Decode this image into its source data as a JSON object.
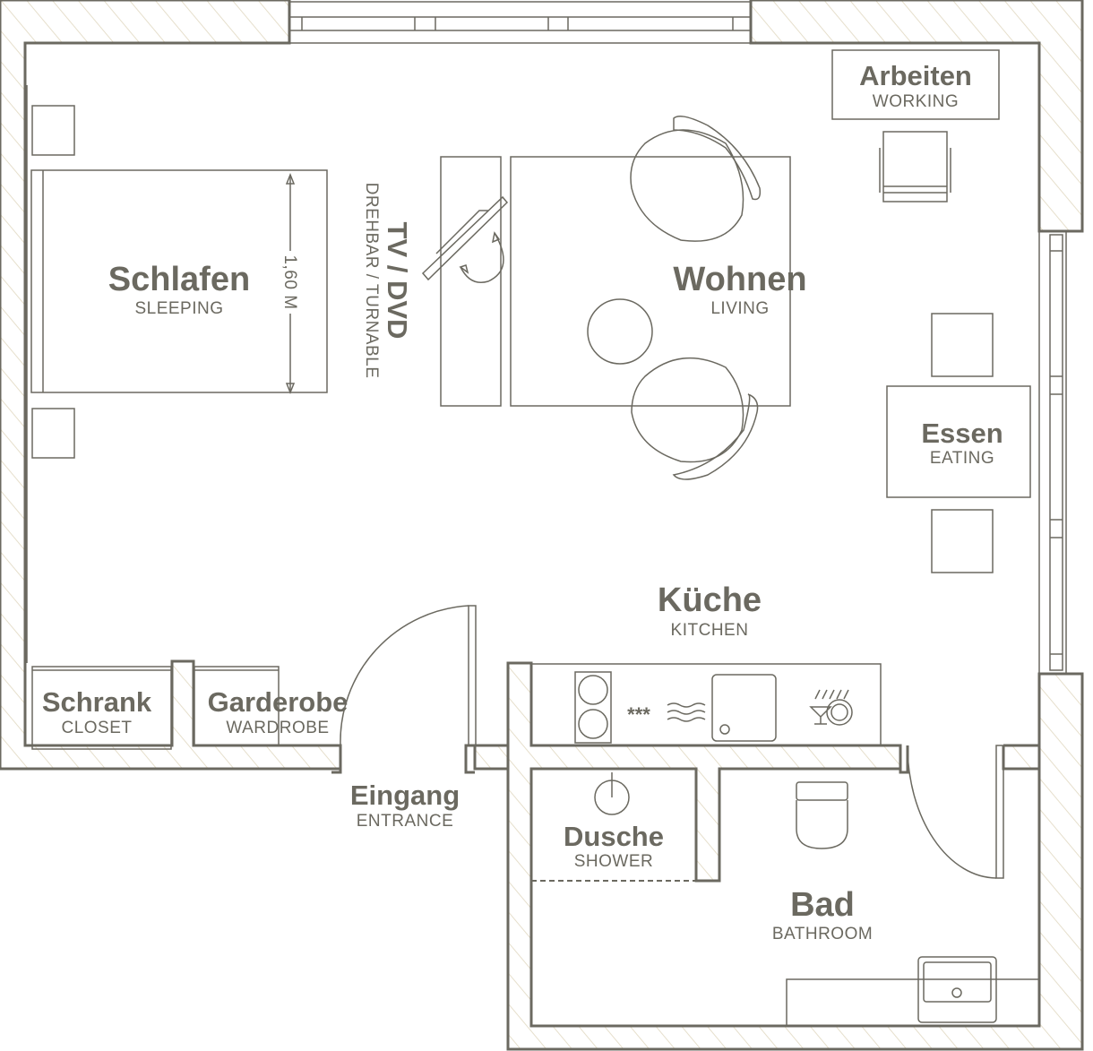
{
  "rooms": {
    "sleeping": {
      "de": "Schlafen",
      "en": "SLEEPING"
    },
    "living": {
      "de": "Wohnen",
      "en": "LIVING"
    },
    "working": {
      "de": "Arbeiten",
      "en": "WORKING"
    },
    "eating": {
      "de": "Essen",
      "en": "EATING"
    },
    "kitchen": {
      "de": "Küche",
      "en": "KITCHEN"
    },
    "closet": {
      "de": "Schrank",
      "en": "CLOSET"
    },
    "wardrobe": {
      "de": "Garderobe",
      "en": "WARDROBE"
    },
    "entrance": {
      "de": "Eingang",
      "en": "ENTRANCE"
    },
    "shower": {
      "de": "Dusche",
      "en": "SHOWER"
    },
    "bathroom": {
      "de": "Bad",
      "en": "BATHROOM"
    }
  },
  "tv": {
    "label": "TV / DVD",
    "sub": "DREHBAR / TURNABLE"
  },
  "bed_dimension": "1,60 M",
  "fridge_symbol": "***",
  "colors": {
    "line": "#6b6960",
    "hatch": "#e6dfcc"
  }
}
